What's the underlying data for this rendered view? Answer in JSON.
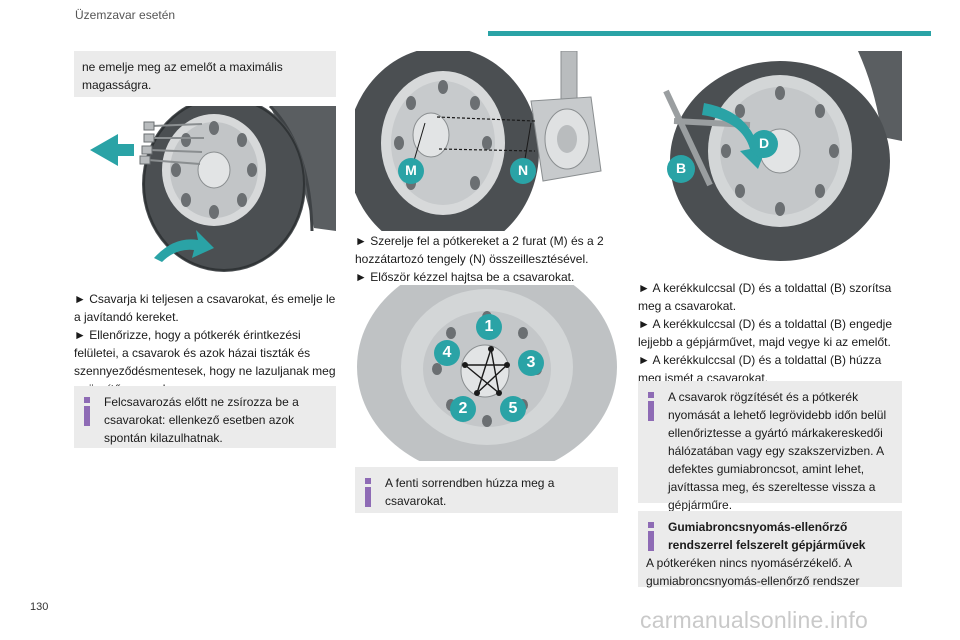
{
  "header": {
    "title": "Üzemzavar esetén",
    "accent_color": "#2aa3a6"
  },
  "page": {
    "number": "130",
    "watermark": "carmanualsonline.info"
  },
  "col1": {
    "note_top": "ne emelje meg az emelőt a maximális magasságra.",
    "paragraphs": [
      "► Csavarja ki teljesen a csavarokat, és emelje le a javítandó kereket.",
      "► Ellenőrizze, hogy a pótkerék érintkezési felületei, a csavarok és azok házai tiszták és szennyeződésmentesek, hogy ne lazuljanak meg a rögzítőcsavarok."
    ],
    "info": "Felcsavarozás előtt ne zsírozza be a csavarokat: ellenkező esetben azok spontán kilazulhatnak."
  },
  "col2": {
    "figure1_labels": [
      "M",
      "N"
    ],
    "paragraphs": [
      "► Szerelje fel a pótkereket a 2 furat (M) és a 2 hozzátartozó tengely (N) összeillesztésével.",
      "► Először kézzel hajtsa be a csavarokat."
    ],
    "figure2_labels": [
      "1",
      "2",
      "3",
      "4",
      "5"
    ],
    "info": "A fenti sorrendben húzza meg a csavarokat."
  },
  "col3": {
    "figure_labels": [
      "D",
      "B"
    ],
    "paragraphs": [
      "► A kerékkulccsal (D) és a toldattal (B) szorítsa meg a csavarokat.",
      "► A kerékkulccsal (D) és a toldattal (B) engedje lejjebb a gépjárművet, majd vegye ki az emelőt.",
      "► A kerékkulccsal (D) és a toldattal (B) húzza meg ismét a csavarokat."
    ],
    "info1": "A csavarok rögzítését és a pótkerék nyomását a lehető legrövidebb időn belül ellenőriztesse a gyártó márkakereskedői hálózatában vagy egy szakszervizben. A defektes gumiabroncsot, amint lehet, javíttassa meg, és szereltesse vissza a gépjárműre.",
    "info2_title": "Gumiabroncsnyomás-ellenőrző rendszerrel felszerelt gépjárművek",
    "info2_body": "A pótkeréken nincs nyomásérzékelő. A gumiabroncsnyomás-ellenőrző rendszer"
  }
}
